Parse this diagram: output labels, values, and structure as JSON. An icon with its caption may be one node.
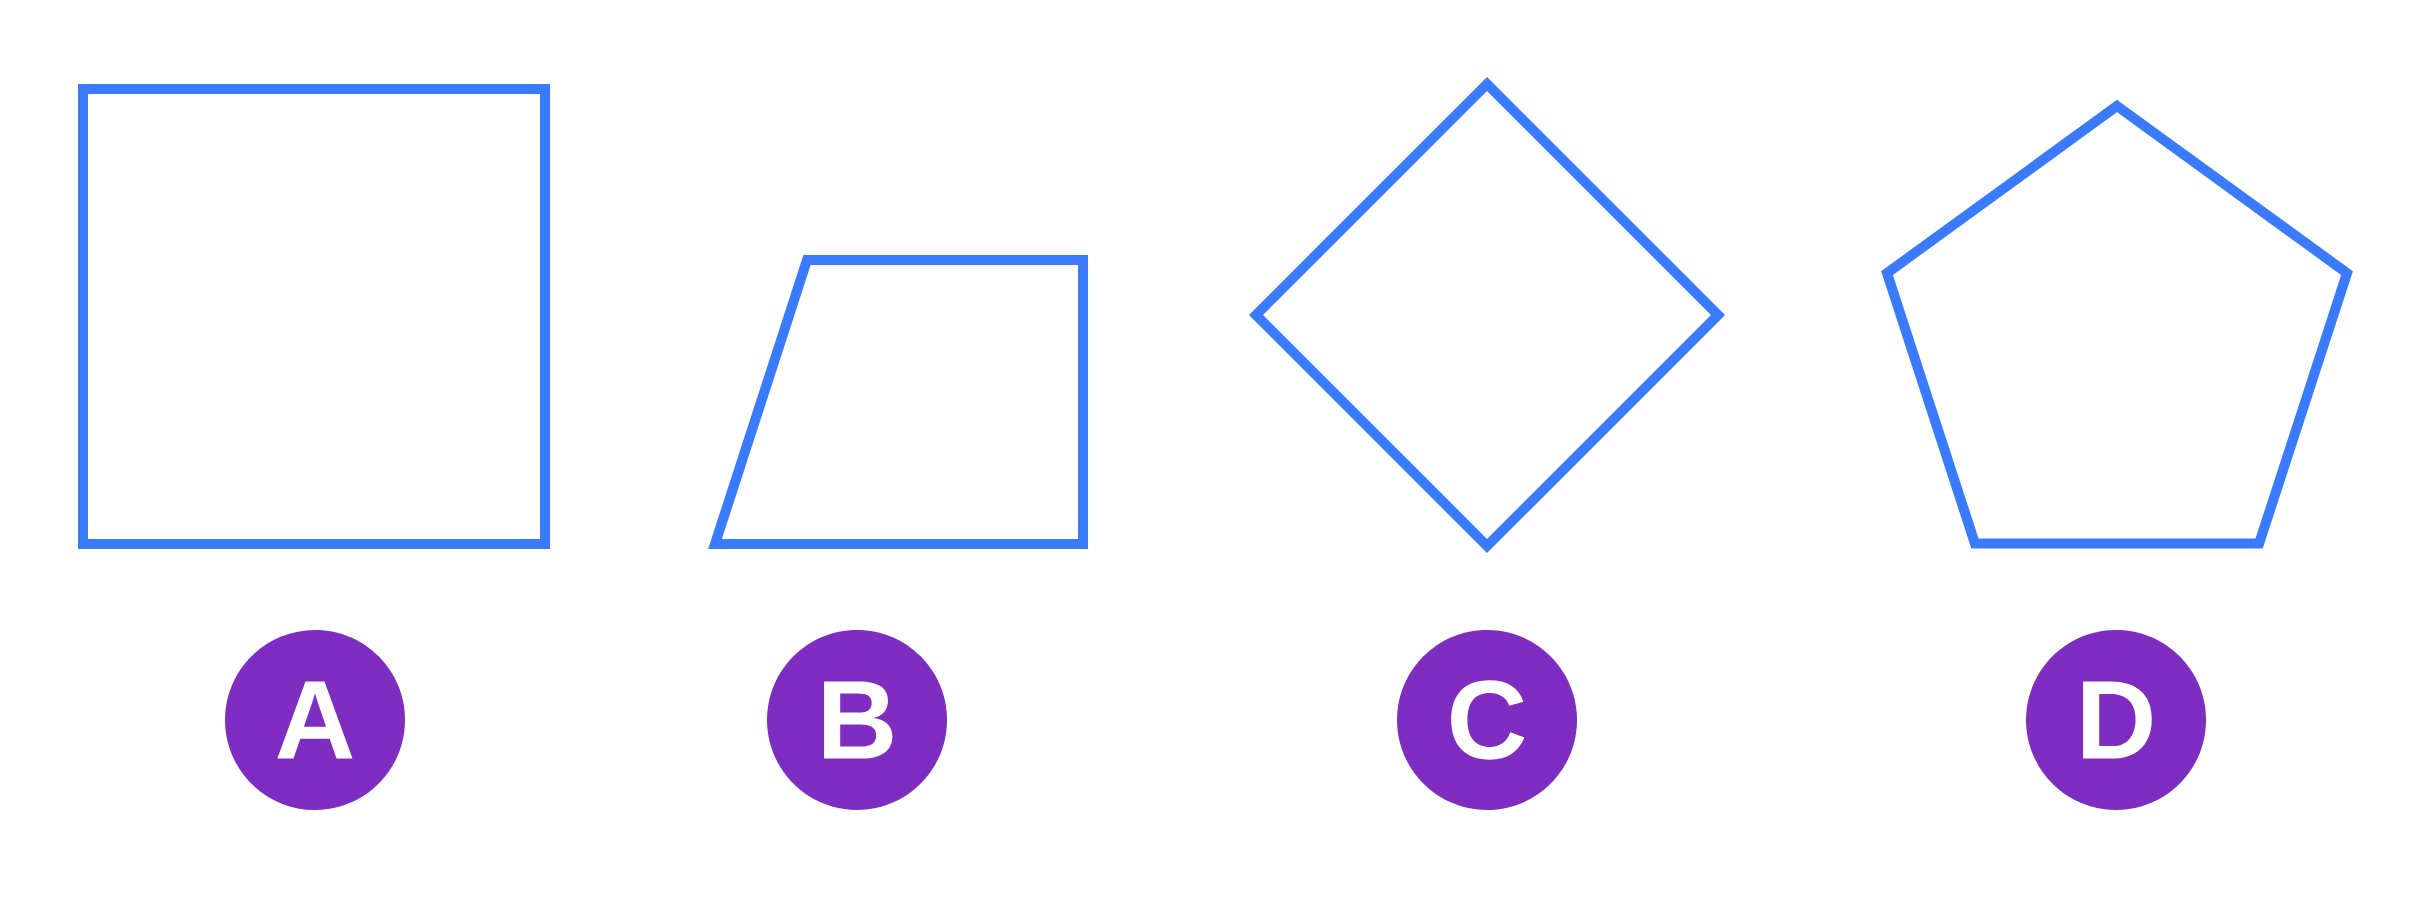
{
  "diagram": {
    "nodes": [
      {
        "text": [],
        "shape": "box"
      },
      {
        "text": [],
        "shape": "trapezoid"
      },
      {
        "text": [],
        "shape": "diamond"
      },
      {
        "text": [],
        "shape": "pentagon"
      },
      {
        "text": [
          "A"
        ]
      },
      {
        "text": [
          "B"
        ]
      },
      {
        "text": [
          "C"
        ]
      },
      {
        "text": [
          "D"
        ]
      }
    ]
  }
}
